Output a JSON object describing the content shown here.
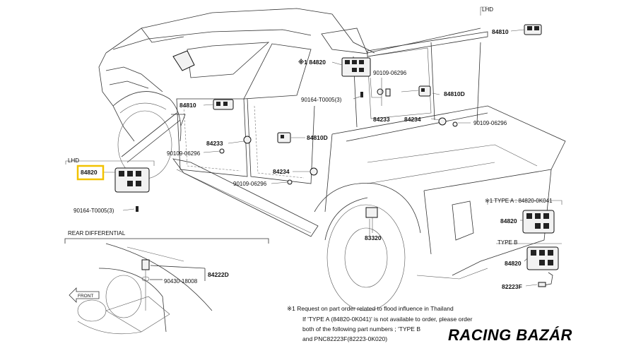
{
  "headers": {
    "lhd_top": "LHD",
    "lhd_left": "LHD",
    "rear_differential": "REAR DIFFERENTIAL",
    "type_a": "※1 TYPE A : 84820-0K041",
    "type_b": "TYPE B"
  },
  "parts": {
    "p84810_top": "84810",
    "p84820_star": "※1 84820",
    "p90109_a": "90109-06296",
    "p90164_a": "90164-T0005(3)",
    "p84810d_a": "84810D",
    "p84233_a": "84233",
    "p84234_a": "84234",
    "p90109_b": "90109-06296",
    "p84810_door": "84810",
    "p84233_b": "84233",
    "p90109_c": "90109-06296",
    "p84810d_b": "84810D",
    "p84234_b": "84234",
    "p90109_d": "90109-06296",
    "p84820_left": "84820",
    "p90164_b": "90164-T0005(3)",
    "p83320": "83320",
    "p84222d": "84222D",
    "p90430": "90430-18008",
    "front": "FRONT",
    "p84820_ta": "84820",
    "p84820_tb": "84820",
    "p82223f": "82223F"
  },
  "note": {
    "line1": "※1  Request on part order related to flood influence in Thailand",
    "line2": "If 'TYPE A (84820-0K041)' is not available to order, please order",
    "line3": "both of the following part numbers ; 'TYPE B",
    "line4": "and PNC82223F(82223-0K020)"
  },
  "logo": "RACING BAZÁR",
  "colors": {
    "highlight": "#f2c200",
    "logo": "#000000"
  }
}
